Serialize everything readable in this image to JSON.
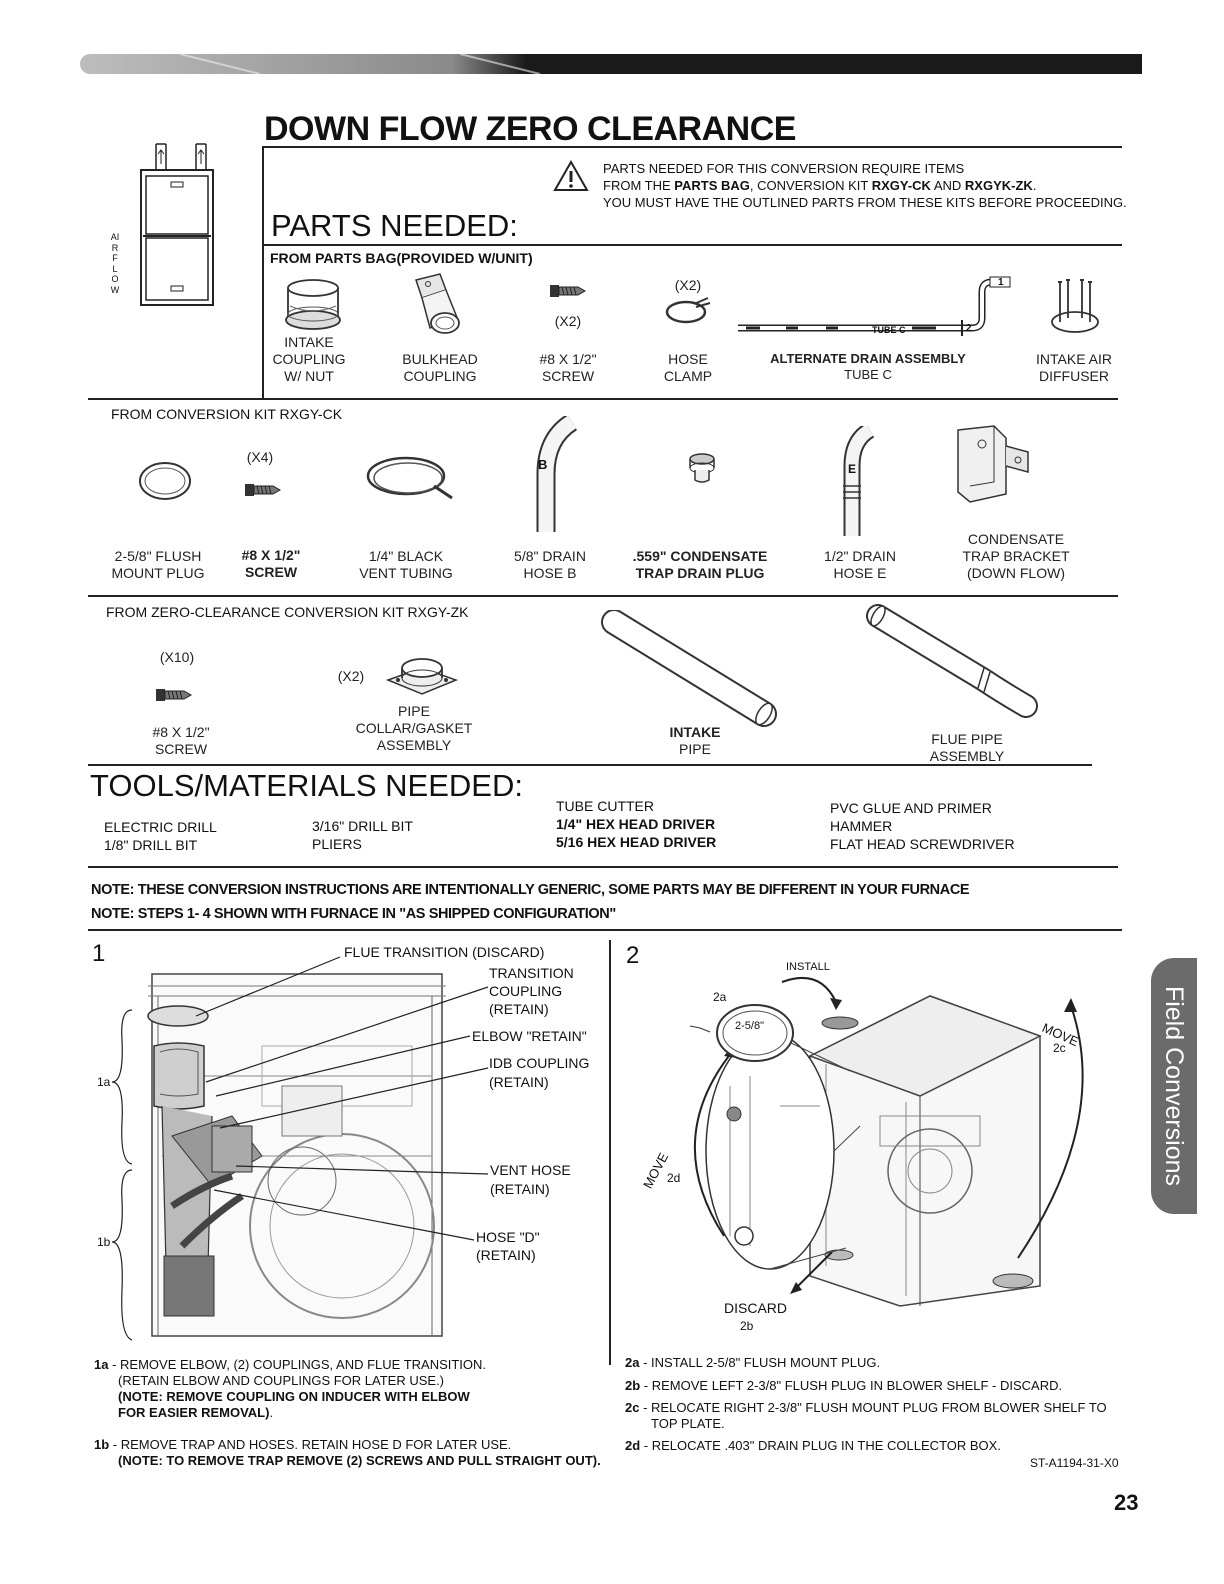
{
  "header": {
    "title": "DOWN FLOW ZERO CLEARANCE",
    "airflow_label": "AIRFLOW"
  },
  "parts_needed": {
    "heading": "PARTS NEEDED:",
    "warning_line1": "PARTS NEEDED FOR THIS CONVERSION REQUIRE ITEMS",
    "warning_line2_pre": "FROM THE ",
    "warning_line2_b1": "PARTS BAG",
    "warning_line2_mid": ", CONVERSION KIT ",
    "warning_line2_b2": "RXGY-CK",
    "warning_line2_and": " AND ",
    "warning_line2_b3": "RXGYK-ZK",
    "warning_line2_end": ".",
    "warning_line3": "YOU MUST HAVE THE OUTLINED PARTS FROM THESE KITS BEFORE PROCEEDING.",
    "parts_bag_heading": "FROM PARTS BAG(PROVIDED W/UNIT)",
    "parts_bag": [
      {
        "line1": "INTAKE",
        "line2": "COUPLING",
        "line3": "W/ NUT"
      },
      {
        "line1": "BULKHEAD",
        "line2": "COUPLING"
      },
      {
        "qty": "(X2)",
        "line1": "#8 X 1/2\"",
        "line2": "SCREW"
      },
      {
        "qty": "(X2)",
        "line1": "HOSE",
        "line2": "CLAMP"
      },
      {
        "line1": "ALTERNATE DRAIN ASSEMBLY",
        "line2": "TUBE C",
        "tube_text": "TUBE C",
        "markers": [
          "1",
          "2"
        ]
      },
      {
        "line1": "INTAKE AIR",
        "line2": "DIFFUSER"
      }
    ],
    "kit_ck_heading": "FROM CONVERSION KIT RXGY-CK",
    "kit_ck": [
      {
        "line1": "2-5/8\" FLUSH",
        "line2": "MOUNT PLUG"
      },
      {
        "qty": "(X4)",
        "line1": "#8 X 1/2\"",
        "line2": "SCREW"
      },
      {
        "line1": "1/4\" BLACK",
        "line2": "VENT TUBING"
      },
      {
        "line1": "5/8\" DRAIN",
        "line2": "HOSE B",
        "mark": "B"
      },
      {
        "line1": ".559\" CONDENSATE",
        "line2": "TRAP DRAIN PLUG"
      },
      {
        "line1": "1/2\" DRAIN",
        "line2": "HOSE E",
        "mark": "E"
      },
      {
        "line1": "CONDENSATE",
        "line2": "TRAP BRACKET",
        "line3": "(DOWN FLOW)"
      }
    ],
    "kit_zk_heading": "FROM ZERO-CLEARANCE CONVERSION KIT RXGY-ZK",
    "kit_zk": [
      {
        "qty": "(X10)",
        "line1": "#8 X 1/2\"",
        "line2": "SCREW"
      },
      {
        "qty": "(X2)",
        "line1": "PIPE",
        "line2": "COLLAR/GASKET",
        "line3": "ASSEMBLY"
      },
      {
        "line1": "INTAKE",
        "line2": "PIPE"
      },
      {
        "line1": "FLUE PIPE",
        "line2": "ASSEMBLY"
      }
    ]
  },
  "tools": {
    "heading": "TOOLS/MATERIALS NEEDED:",
    "col1": [
      "ELECTRIC DRILL",
      "1/8\" DRILL BIT"
    ],
    "col2": [
      "3/16\" DRILL BIT",
      "PLIERS"
    ],
    "col3": [
      "TUBE CUTTER",
      "1/4\" HEX HEAD DRIVER",
      "5/16 HEX HEAD DRIVER"
    ],
    "col4": [
      "PVC GLUE AND PRIMER",
      "HAMMER",
      "FLAT HEAD SCREWDRIVER"
    ]
  },
  "notes": {
    "note1": "NOTE: THESE CONVERSION INSTRUCTIONS ARE INTENTIONALLY GENERIC, SOME PARTS MAY BE DIFFERENT IN YOUR FURNACE",
    "note2": "NOTE: STEPS 1- 4 SHOWN WITH FURNACE IN  \"AS SHIPPED CONFIGURATION\""
  },
  "step1": {
    "number": "1",
    "callouts": {
      "flue": "FLUE TRANSITION (DISCARD)",
      "transition": [
        "TRANSITION",
        "COUPLING",
        "(RETAIN)"
      ],
      "elbow": "ELBOW \"RETAIN\"",
      "idb": [
        "IDB COUPLING",
        "(RETAIN)"
      ],
      "vent": [
        "VENT HOSE",
        "(RETAIN)"
      ],
      "hose_d": [
        "HOSE \"D\"",
        "(RETAIN)"
      ],
      "one_a": "1a",
      "one_b": "1b"
    },
    "instr_1a": {
      "tag": "1a",
      "text1": "- REMOVE ELBOW, (2) COUPLINGS, AND FLUE TRANSITION.",
      "text2": "(RETAIN ELBOW AND COUPLINGS FOR LATER USE.)",
      "text3": "(NOTE: REMOVE COUPLING ON INDUCER WITH ELBOW",
      "text4": "FOR EASIER REMOVAL)",
      "text4_end": "."
    },
    "instr_1b": {
      "tag": "1b",
      "text1": "- REMOVE TRAP AND HOSES. RETAIN HOSE D FOR LATER USE.",
      "text2": "(NOTE: TO REMOVE TRAP REMOVE (2) SCREWS AND PULL STRAIGHT OUT)."
    }
  },
  "step2": {
    "number": "2",
    "callouts": {
      "install": "INSTALL",
      "two_a": "2a",
      "plug_size": "2-5/8\"",
      "move_right": "MOVE",
      "two_c": "2c",
      "move_left": "MOVE",
      "two_d": "2d",
      "discard": "DISCARD",
      "two_b": "2b"
    },
    "instructions": [
      {
        "tag": "2a",
        "text": "- INSTALL 2-5/8\" FLUSH MOUNT PLUG."
      },
      {
        "tag": "2b",
        "text": "- REMOVE LEFT 2-3/8\" FLUSH PLUG IN BLOWER SHELF - DISCARD."
      },
      {
        "tag": "2c",
        "text": "- RELOCATE RIGHT 2-3/8\" FLUSH MOUNT PLUG FROM BLOWER SHELF TO",
        "text2": "TOP PLATE."
      },
      {
        "tag": "2d",
        "text": "- RELOCATE .403\" DRAIN PLUG IN THE COLLECTOR BOX."
      }
    ]
  },
  "footer": {
    "doc_code": "ST-A1194-31-X0",
    "page_number": "23",
    "side_tab": "Field Conversions"
  },
  "colors": {
    "header_bar": "#1a1a1a",
    "side_tab": "#6b6b6b"
  }
}
